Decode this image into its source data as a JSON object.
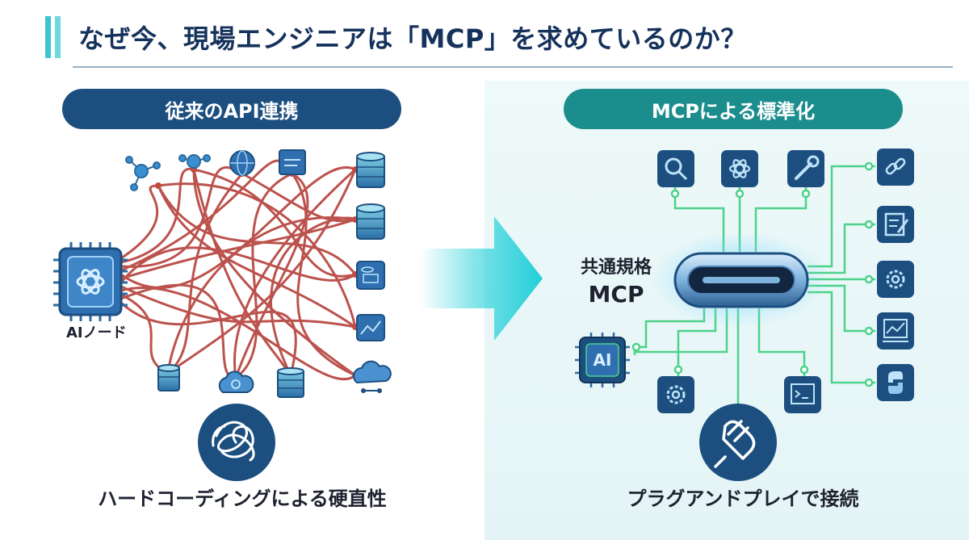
{
  "title": "なぜ今、現場エンジニアは「MCP」を求めているのか？",
  "left": {
    "header": "従来のAPI連携",
    "node_label": "AIノード",
    "caption": "ハードコーディングによる硬直性",
    "icons": [
      "network-icon",
      "network-icon",
      "globe-icon",
      "document-icon",
      "database-icon",
      "database-icon",
      "database-icon",
      "chart-icon",
      "cloud-icon",
      "database-icon",
      "cloud-sync-icon",
      "database-icon",
      "ai-chip-icon",
      "tangle-icon"
    ]
  },
  "right": {
    "header": "MCPによる標準化",
    "hub_label_line1": "共通規格",
    "hub_label_line2": "MCP",
    "chip_text": "AI",
    "caption": "プラグアンドプレイで接続",
    "icons": [
      "search-icon",
      "openai-icon",
      "wrench-icon",
      "link-icon",
      "edit-icon",
      "gear-icon",
      "chart-icon",
      "python-icon",
      "gear-icon",
      "terminal-icon",
      "plug-icon",
      "usb-c-port-icon"
    ]
  },
  "colors": {
    "navy": "#1c4f80",
    "teal": "#1b8d8c",
    "cable_red": "#b5403a",
    "green_line": "#4cd28a",
    "arrow_cyan": "#22cfd8"
  }
}
